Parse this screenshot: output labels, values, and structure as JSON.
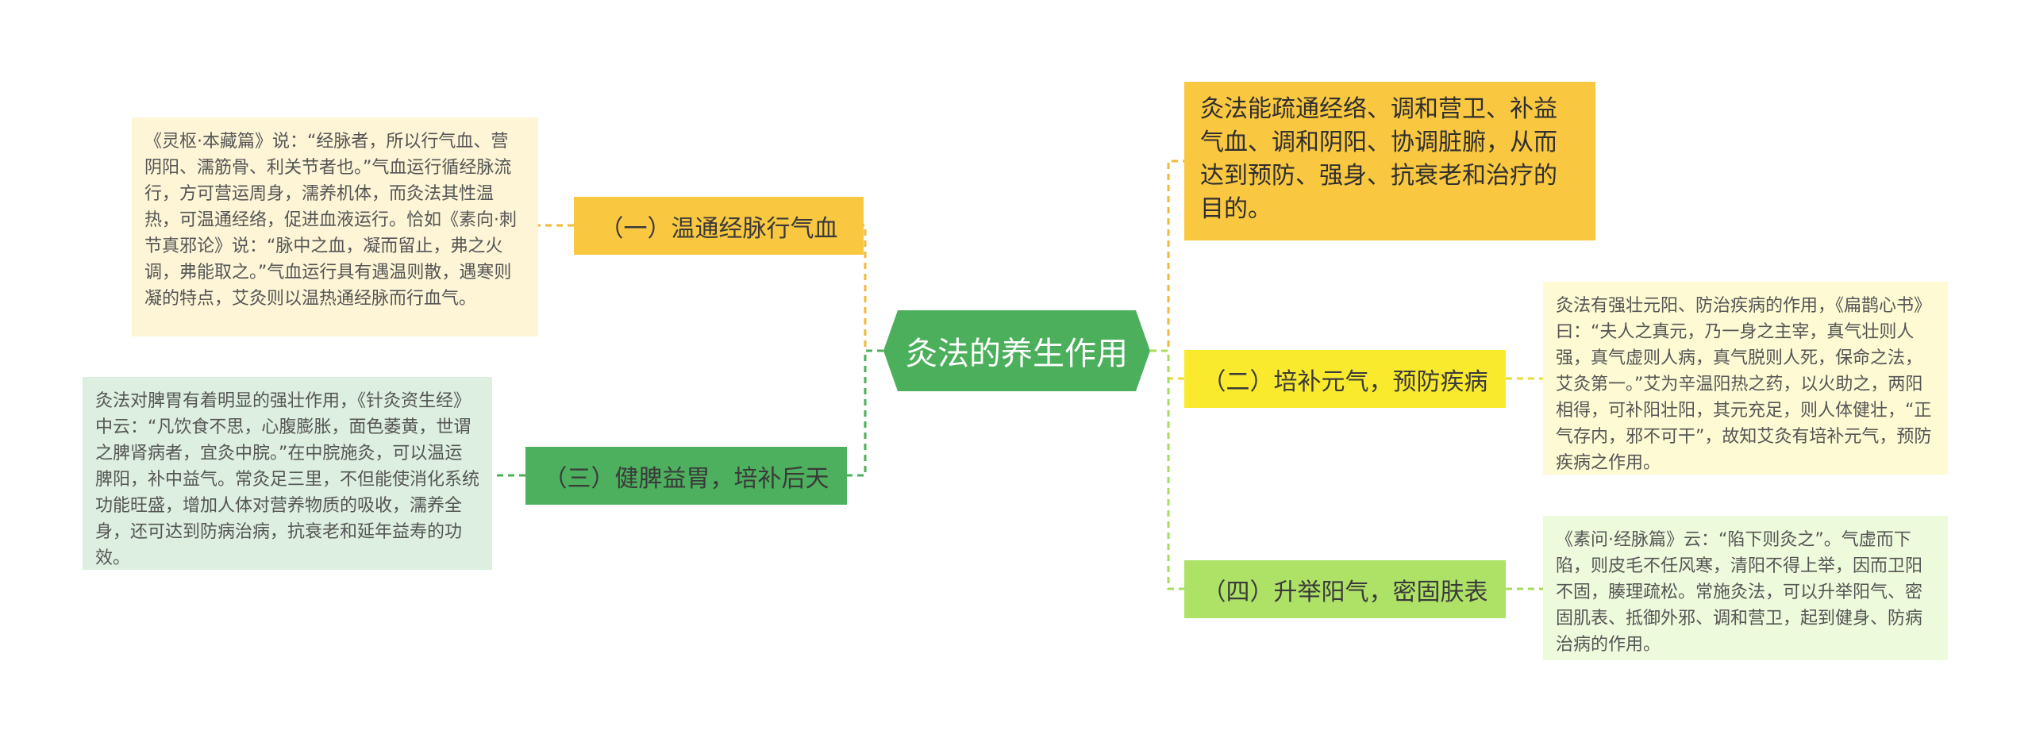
{
  "mindmap": {
    "center": {
      "label": "灸法的养生作用",
      "color": "#4caf5c"
    },
    "summary": {
      "text": "灸法能疏通经络、调和营卫、补益气血、调和阴阳、协调脏腑，从而达到预防、强身、抗衰老和治疗的目的。",
      "color": "#f9c740"
    },
    "branches": [
      {
        "label": "（一）温通经脉行气血",
        "color": "#f9c740",
        "detail": "《灵枢·本藏篇》说：“经脉者，所以行气血、营阴阳、濡筋骨、利关节者也。”气血运行循经脉流行，方可营运周身，濡养机体，而灸法其性温热，可温通经络，促进血液运行。恰如《素向·刺节真邪论》说：“脉中之血，凝而留止，弗之火调，弗能取之。”气血运行具有遇温则散，遇寒则凝的特点，艾灸则以温热通经脉而行血气。",
        "detail_color": "#fdf5d6"
      },
      {
        "label": "（二）培补元气，预防疾病",
        "color": "#faea2d",
        "detail": "灸法有强壮元阳、防治疾病的作用，《扁鹊心书》曰：“夫人之真元，乃一身之主宰，真气壮则人强，真气虚则人病，真气脱则人死，保命之法，艾灸第一。”艾为辛温阳热之药，以火助之，两阳相得，可补阳壮阳，其元充足，则人体健壮，“正气存内，邪不可干”，故知艾灸有培补元气，预防疾病之作用。",
        "detail_color": "#fefbd4"
      },
      {
        "label": "（三）健脾益胃，培补后天",
        "color": "#4db05e",
        "detail": "灸法对脾胃有着明显的强壮作用，《针灸资生经》中云：“凡饮食不思，心腹膨胀，面色萎黄，世谓之脾肾病者，宜灸中脘。”在中脘施灸，可以温运脾阳，补中益气。常灸足三里，不但能使消化系统功能旺盛，增加人体对营养物质的吸收，濡养全身，还可达到防病治病，抗衰老和延年益寿的功效。",
        "detail_color": "#dcefe0"
      },
      {
        "label": "（四）升举阳气，密固肤表",
        "color": "#aee267",
        "detail": "《素问·经脉篇》云：“陷下则灸之”。气虚而下陷，则皮毛不任风寒，清阳不得上举，因而卫阳不固，腠理疏松。常施灸法，可以升举阳气、密固肌表、抵御外邪、调和营卫，起到健身、防病治病的作用。",
        "detail_color": "#eefadc"
      }
    ]
  }
}
